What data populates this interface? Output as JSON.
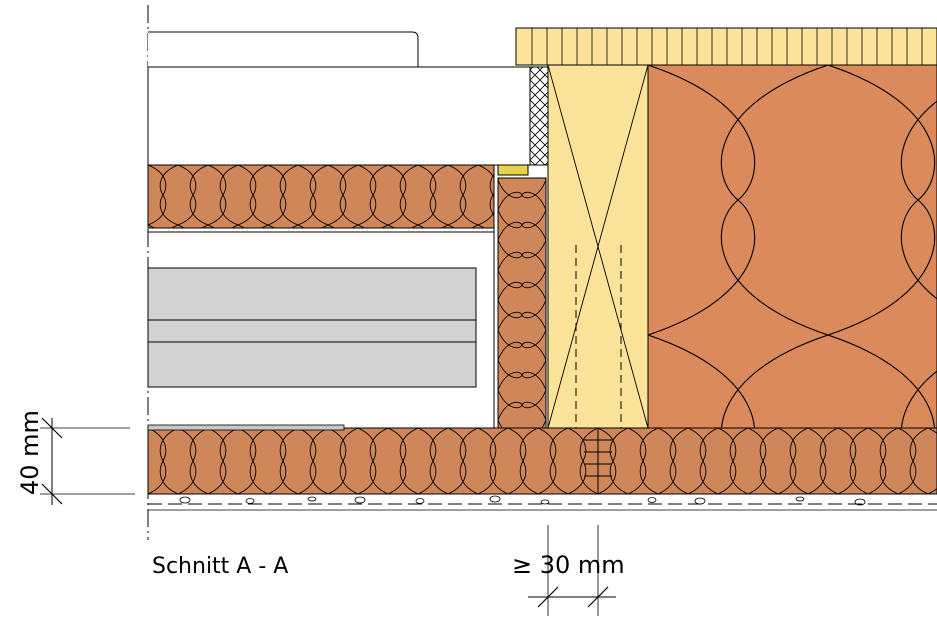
{
  "drawing": {
    "section_label": "Schnitt A - A",
    "dim_vertical": "40 mm",
    "dim_horizontal": "≥ 30 mm"
  },
  "colors": {
    "insulation": "#cf8658",
    "insulation_wall": "#db8a5c",
    "timber": "#fce39a",
    "timber_top": "#fce39a",
    "grey_panel": "#d3d3d3",
    "line": "#000000"
  }
}
